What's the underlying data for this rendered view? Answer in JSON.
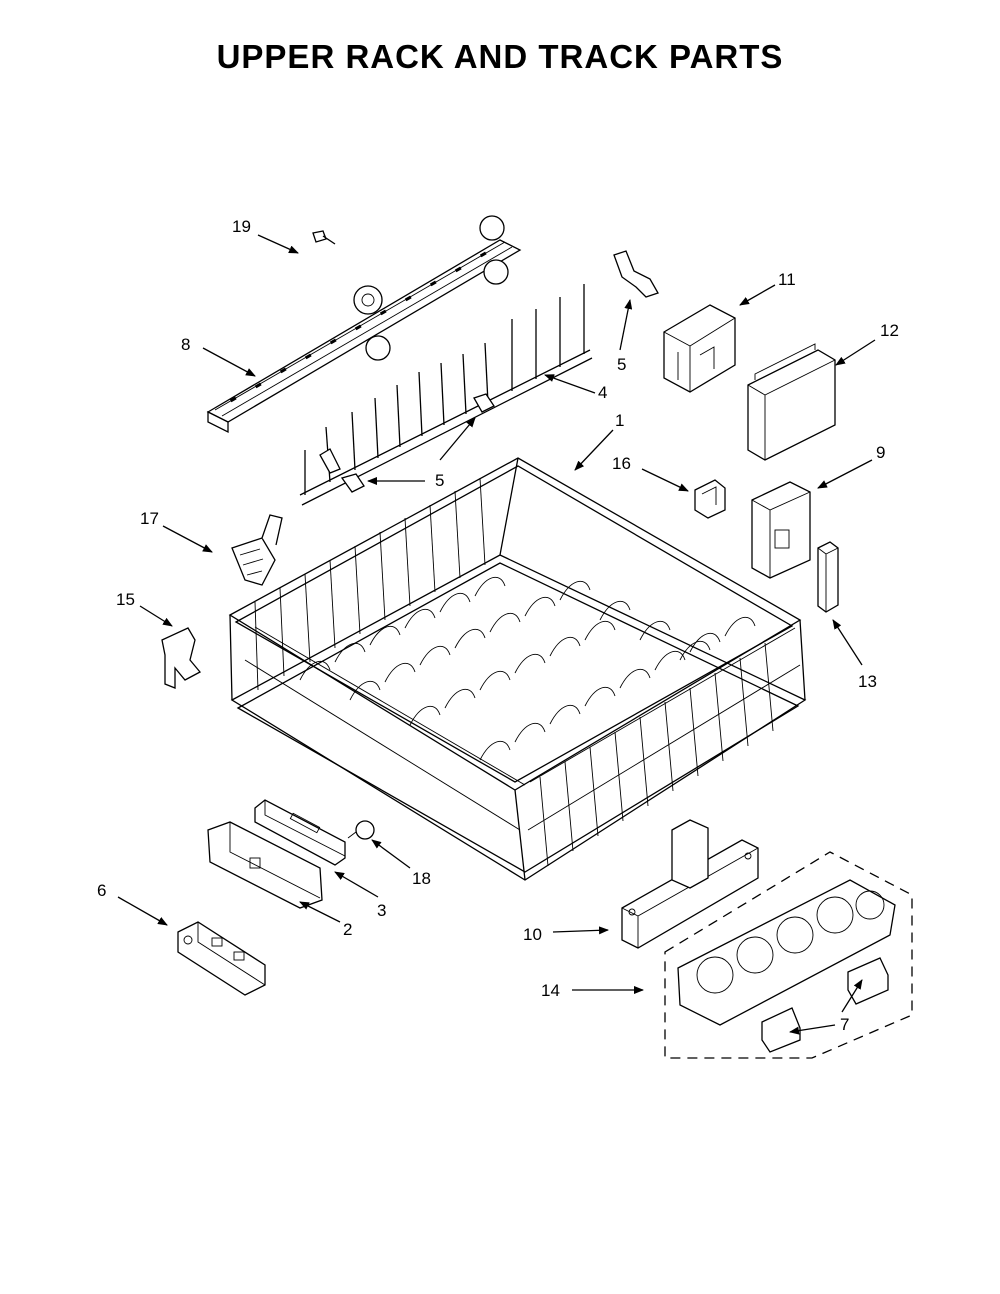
{
  "title": "UPPER RACK AND TRACK PARTS",
  "callouts": {
    "c1": "1",
    "c2": "2",
    "c3": "3",
    "c4": "4",
    "c5a": "5",
    "c5b": "5",
    "c6": "6",
    "c7": "7",
    "c8": "8",
    "c9": "9",
    "c10": "10",
    "c11": "11",
    "c12": "12",
    "c13": "13",
    "c14": "14",
    "c15": "15",
    "c16": "16",
    "c17": "17",
    "c18": "18",
    "c19": "19"
  }
}
